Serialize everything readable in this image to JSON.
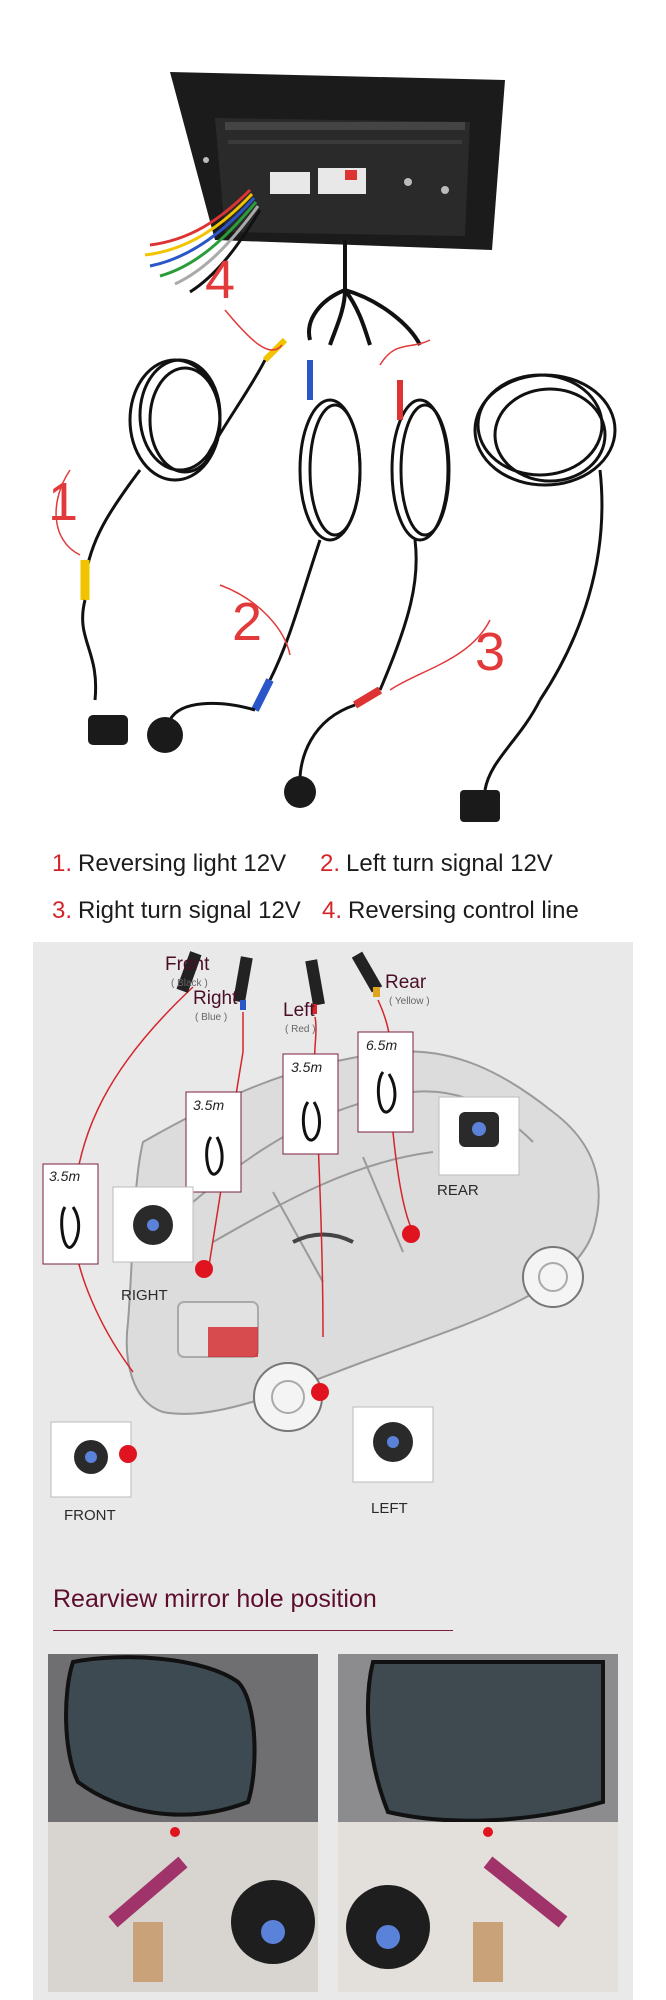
{
  "legend": {
    "items": [
      {
        "num": "1.",
        "text": "Reversing light 12V"
      },
      {
        "num": "2.",
        "text": "Left turn signal 12V"
      },
      {
        "num": "3.",
        "text": "Right turn signal 12V"
      },
      {
        "num": "4.",
        "text": "Reversing control line"
      }
    ]
  },
  "wiring": {
    "markers": [
      "1",
      "2",
      "3",
      "4"
    ]
  },
  "diagram": {
    "connectors": [
      {
        "name": "Front",
        "color": "( Black )"
      },
      {
        "name": "Right",
        "color": "( Blue )"
      },
      {
        "name": "Left",
        "color": "( Red )"
      },
      {
        "name": "Rear",
        "color": "( Yellow )"
      }
    ],
    "lengths": [
      "3.5m",
      "3.5m",
      "3.5m",
      "6.5m"
    ],
    "cameras": {
      "front": "FRONT",
      "right": "RIGHT",
      "left": "LEFT",
      "rear": "REAR"
    }
  },
  "mirror": {
    "title": "Rearview mirror hole position"
  },
  "colors": {
    "accent_red": "#d4252b",
    "title_maroon": "#5e0e2d",
    "diagram_bg": "#e9e9ea"
  }
}
